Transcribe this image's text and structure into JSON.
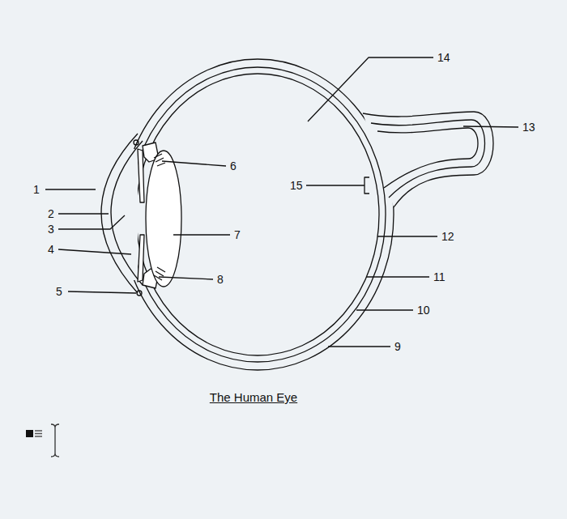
{
  "diagram": {
    "title": "The Human Eye",
    "labels": [
      "1",
      "2",
      "3",
      "4",
      "5",
      "6",
      "7",
      "8",
      "9",
      "10",
      "11",
      "12",
      "13",
      "14",
      "15"
    ]
  }
}
